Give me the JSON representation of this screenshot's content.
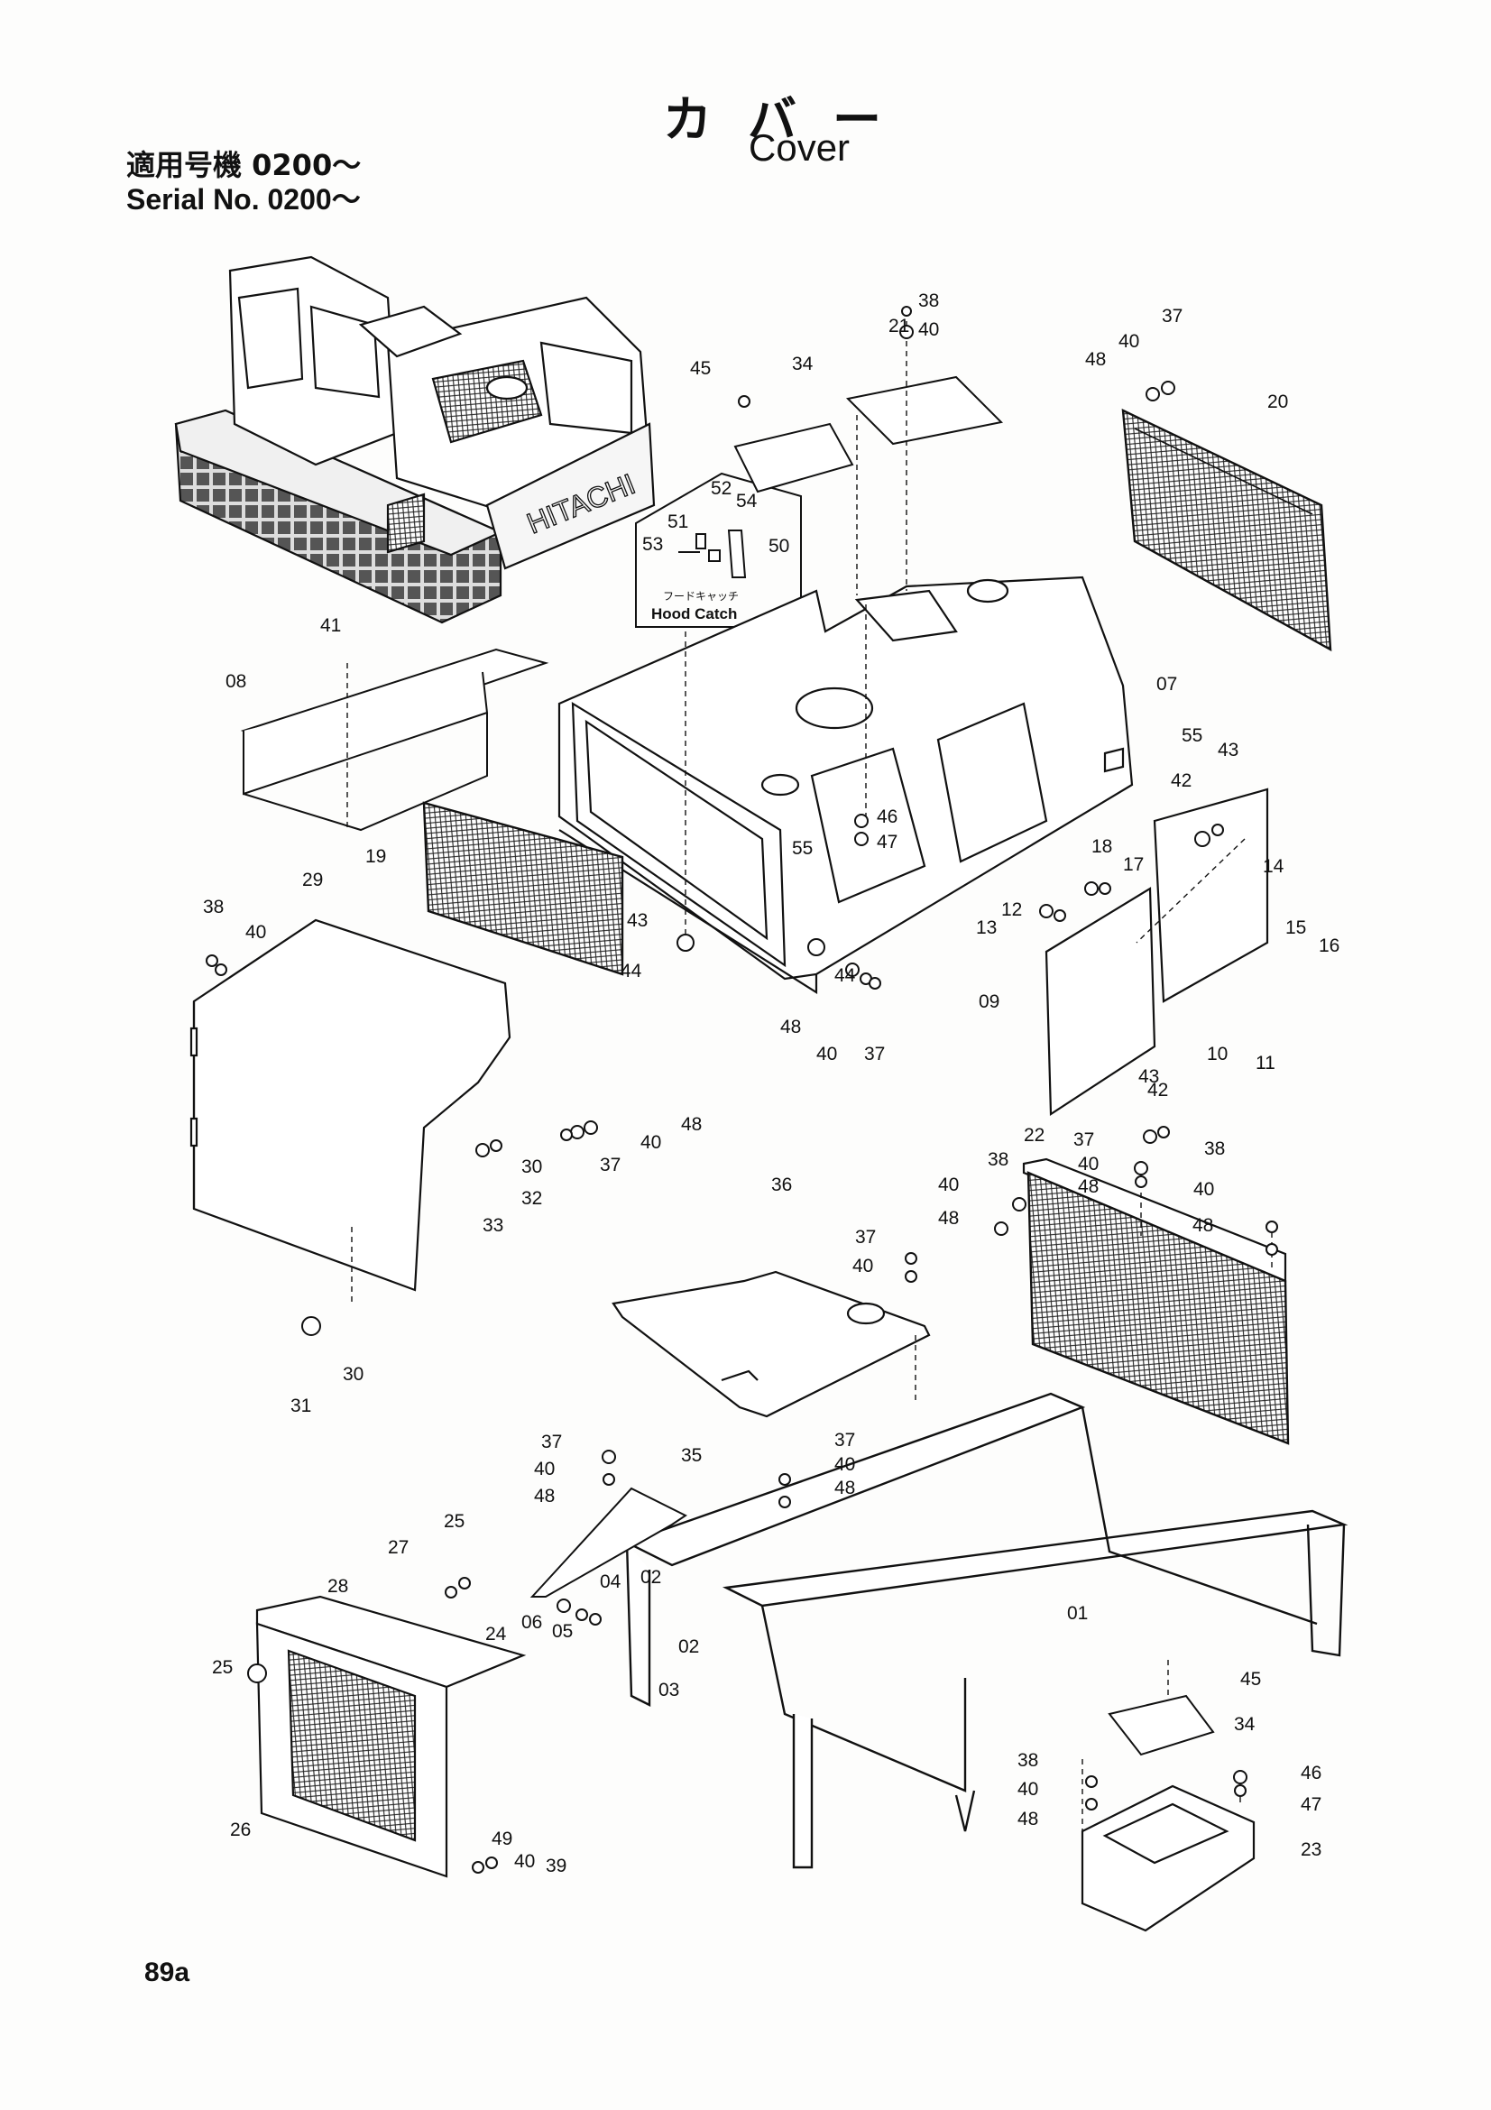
{
  "header": {
    "title_ja": "カバー",
    "title_en": "Cover",
    "serial_ja": "適用号機 0200～",
    "serial_en": "Serial No.  0200～"
  },
  "inset": {
    "label_ja": "フードキャッチ",
    "label_en": "Hood Catch"
  },
  "page_number": "89a",
  "parts": [
    {
      "id": "p38a",
      "text": "38"
    },
    {
      "id": "p40a",
      "text": "40"
    },
    {
      "id": "p21",
      "text": "21"
    },
    {
      "id": "p45a",
      "text": "45"
    },
    {
      "id": "p34a",
      "text": "34"
    },
    {
      "id": "p52",
      "text": "52"
    },
    {
      "id": "p51",
      "text": "51"
    },
    {
      "id": "p54",
      "text": "54"
    },
    {
      "id": "p53",
      "text": "53"
    },
    {
      "id": "p50",
      "text": "50"
    },
    {
      "id": "p37a",
      "text": "37"
    },
    {
      "id": "p40b",
      "text": "40"
    },
    {
      "id": "p48a",
      "text": "48"
    },
    {
      "id": "p20",
      "text": "20"
    },
    {
      "id": "p41",
      "text": "41"
    },
    {
      "id": "p08",
      "text": "08"
    },
    {
      "id": "p07",
      "text": "07"
    },
    {
      "id": "p55a",
      "text": "55"
    },
    {
      "id": "p42a",
      "text": "42"
    },
    {
      "id": "p43a",
      "text": "43"
    },
    {
      "id": "p46a",
      "text": "46"
    },
    {
      "id": "p47a",
      "text": "47"
    },
    {
      "id": "p14",
      "text": "14"
    },
    {
      "id": "p19",
      "text": "19"
    },
    {
      "id": "p29",
      "text": "29"
    },
    {
      "id": "p55b",
      "text": "55"
    },
    {
      "id": "p18",
      "text": "18"
    },
    {
      "id": "p17",
      "text": "17"
    },
    {
      "id": "p13",
      "text": "13"
    },
    {
      "id": "p12",
      "text": "12"
    },
    {
      "id": "p15",
      "text": "15"
    },
    {
      "id": "p16",
      "text": "16"
    },
    {
      "id": "p38b",
      "text": "38"
    },
    {
      "id": "p40c",
      "text": "40"
    },
    {
      "id": "p43b",
      "text": "43"
    },
    {
      "id": "p44a",
      "text": "44"
    },
    {
      "id": "p44b",
      "text": "44"
    },
    {
      "id": "p09",
      "text": "09"
    },
    {
      "id": "p48b",
      "text": "48"
    },
    {
      "id": "p40d",
      "text": "40"
    },
    {
      "id": "p37b",
      "text": "37"
    },
    {
      "id": "p10",
      "text": "10"
    },
    {
      "id": "p11",
      "text": "11"
    },
    {
      "id": "p43c",
      "text": "43"
    },
    {
      "id": "p42b",
      "text": "42"
    },
    {
      "id": "p48c",
      "text": "48"
    },
    {
      "id": "p40e",
      "text": "40"
    },
    {
      "id": "p37c",
      "text": "37"
    },
    {
      "id": "p37d",
      "text": "37"
    },
    {
      "id": "p40f",
      "text": "40"
    },
    {
      "id": "p22",
      "text": "22"
    },
    {
      "id": "p48d",
      "text": "48"
    },
    {
      "id": "p38c",
      "text": "38"
    },
    {
      "id": "p30a",
      "text": "30"
    },
    {
      "id": "p32",
      "text": "32"
    },
    {
      "id": "p33",
      "text": "33"
    },
    {
      "id": "p36",
      "text": "36"
    },
    {
      "id": "p40g",
      "text": "40"
    },
    {
      "id": "p38d",
      "text": "38"
    },
    {
      "id": "p48e",
      "text": "48"
    },
    {
      "id": "p37e",
      "text": "37"
    },
    {
      "id": "p40h",
      "text": "40"
    },
    {
      "id": "p40i",
      "text": "40"
    },
    {
      "id": "p48f",
      "text": "48"
    },
    {
      "id": "p30b",
      "text": "30"
    },
    {
      "id": "p31",
      "text": "31"
    },
    {
      "id": "p37f",
      "text": "37"
    },
    {
      "id": "p40j",
      "text": "40"
    },
    {
      "id": "p48g",
      "text": "48"
    },
    {
      "id": "p35",
      "text": "35"
    },
    {
      "id": "p37g",
      "text": "37"
    },
    {
      "id": "p40k",
      "text": "40"
    },
    {
      "id": "p48h",
      "text": "48"
    },
    {
      "id": "p25a",
      "text": "25"
    },
    {
      "id": "p27",
      "text": "27"
    },
    {
      "id": "p28",
      "text": "28"
    },
    {
      "id": "p04",
      "text": "04"
    },
    {
      "id": "p02a",
      "text": "02"
    },
    {
      "id": "p06",
      "text": "06"
    },
    {
      "id": "p05",
      "text": "05"
    },
    {
      "id": "p24",
      "text": "24"
    },
    {
      "id": "p02b",
      "text": "02"
    },
    {
      "id": "p01",
      "text": "01"
    },
    {
      "id": "p25b",
      "text": "25"
    },
    {
      "id": "p03",
      "text": "03"
    },
    {
      "id": "p45b",
      "text": "45"
    },
    {
      "id": "p34b",
      "text": "34"
    },
    {
      "id": "p38e",
      "text": "38"
    },
    {
      "id": "p46b",
      "text": "46"
    },
    {
      "id": "p40l",
      "text": "40"
    },
    {
      "id": "p47b",
      "text": "47"
    },
    {
      "id": "p26",
      "text": "26"
    },
    {
      "id": "p48i",
      "text": "48"
    },
    {
      "id": "p23",
      "text": "23"
    },
    {
      "id": "p49",
      "text": "49"
    },
    {
      "id": "p40m",
      "text": "40"
    },
    {
      "id": "p39",
      "text": "39"
    }
  ]
}
